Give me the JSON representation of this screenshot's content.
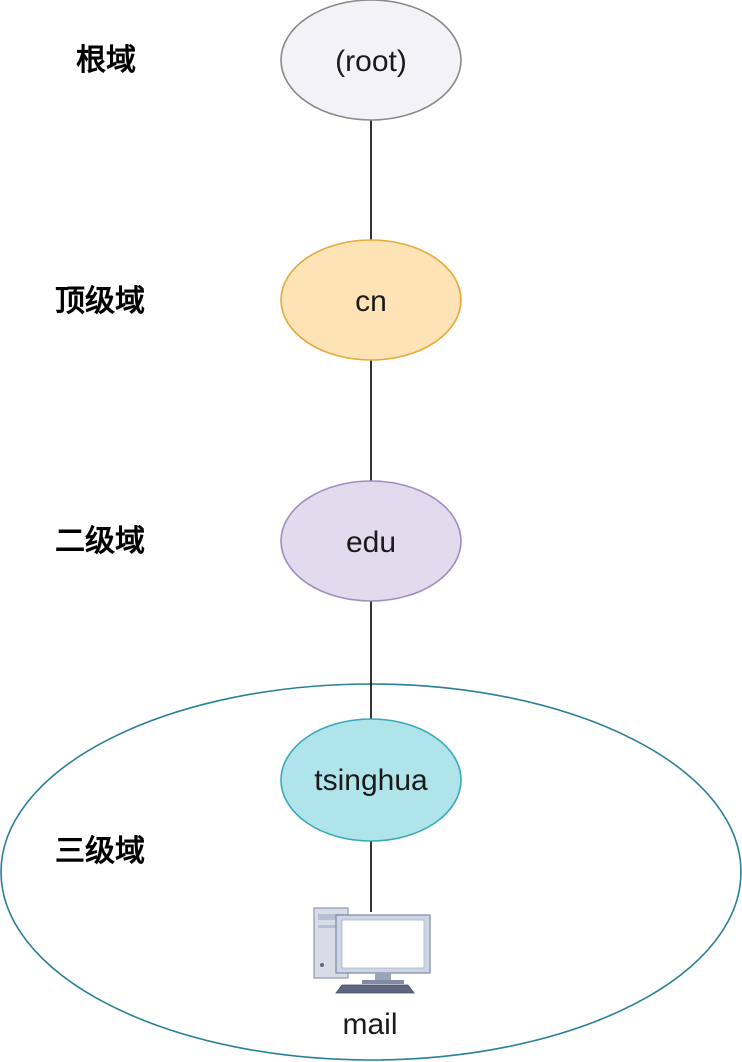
{
  "levels": {
    "root": "根域",
    "top": "顶级域",
    "second": "二级域",
    "third": "三级域"
  },
  "nodes": {
    "root": {
      "label": "(root)",
      "fill": "#f3f2f6",
      "stroke": "#8a8a8a"
    },
    "cn": {
      "label": "cn",
      "fill": "#fde3b6",
      "stroke": "#e6a93b"
    },
    "edu": {
      "label": "edu",
      "fill": "#e2dbee",
      "stroke": "#9f8ec1"
    },
    "tsinghua": {
      "label": "tsinghua",
      "fill": "#aee4ea",
      "stroke": "#3aaab8"
    }
  },
  "host": {
    "label": "mail",
    "icon": "desktop-computer-icon"
  },
  "zone": {
    "stroke": "#2a7f9a"
  }
}
